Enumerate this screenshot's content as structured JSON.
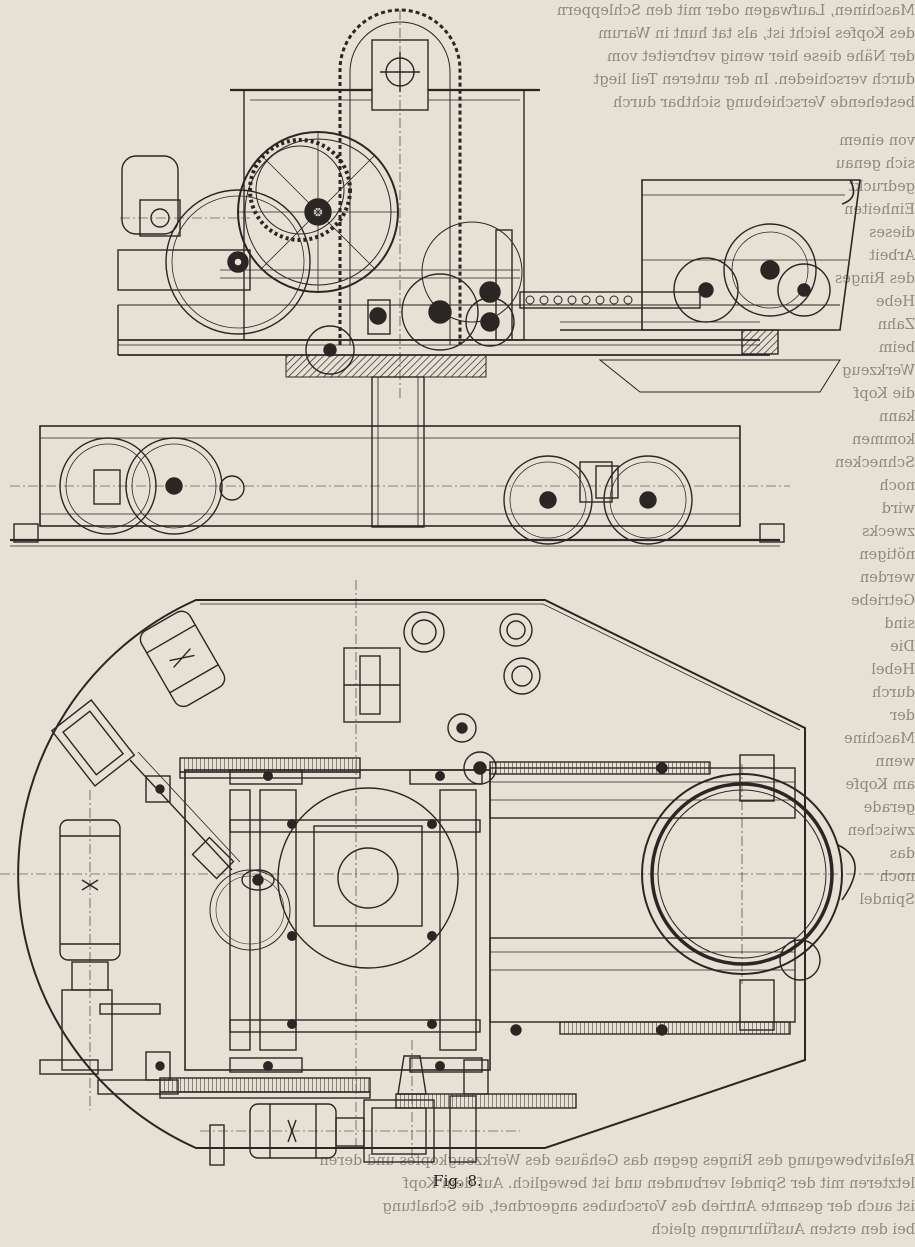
{
  "figure": {
    "caption": "Fig. 8."
  },
  "bleed_text": {
    "top": [
      "Maschinen, Laufwagen oder mit den Schleppern",
      "des Kopfes leicht ist, als tat hunt in Warum",
      "der Nähe diese hier wenig verbreitet vom",
      "durch verschieden. In der unteren Teil liegt",
      "bestehende Verschiebung sichtbar durch"
    ],
    "right": [
      "von einem",
      "sich genau",
      "gedruckt",
      "Einheiten",
      "dieses",
      "Arbeit",
      "des Ringes",
      "Hebe",
      "Zahn",
      "beim",
      "Werkzeug",
      "die Kopf",
      "kann",
      "kommen",
      "Schnecken",
      "noch",
      "wird",
      "zwecks",
      "nötigen",
      "werden",
      "Getriebe",
      "sind",
      "Die",
      "Hebel",
      "durch",
      "der",
      "Maschine",
      "wenn",
      "am Kopfe",
      "gerade",
      "zwischen",
      "das",
      "noch",
      "Spindel"
    ],
    "bottom": [
      "Relativbewegung des Ringes gegen das Gehäuse des Werkzeugkopfes und deren",
      "letzteren mit der Spindel verbunden und ist beweglich. Auf dem Kopf",
      "ist auch der gesamte Antrieb des Vorschubes angeordnet, die Schaltung",
      "bei den ersten Ausführungen gleich"
    ]
  },
  "colors": {
    "paper": "#e6e1d4",
    "ink": "#2a2623",
    "faint_ink": "#8e8a82"
  }
}
